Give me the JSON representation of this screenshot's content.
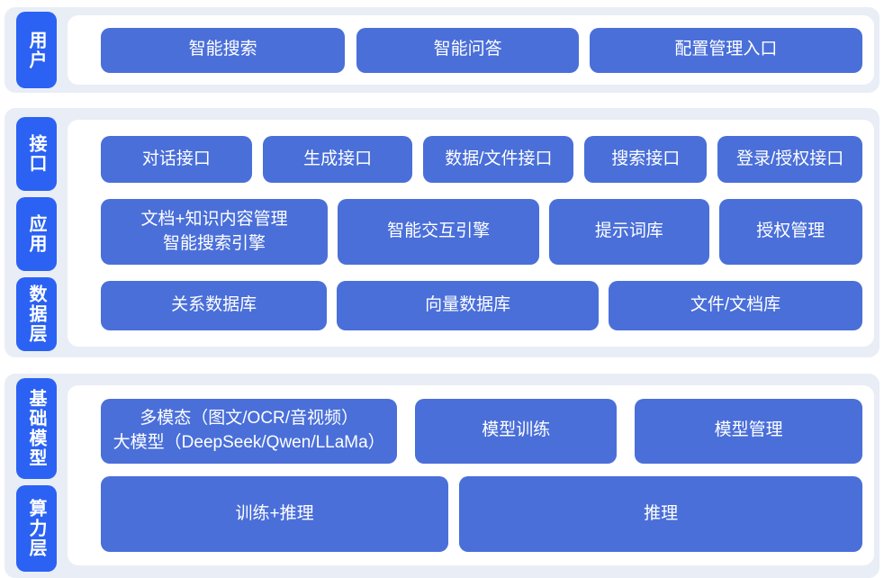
{
  "colors": {
    "pill_blue": "#2b62f3",
    "button_blue": "#4a6fd9",
    "band_bg": "#e9edf6",
    "panel_bg": "#ffffff",
    "node_text": "#ffffff"
  },
  "sections": [
    {
      "labels": [
        "用户"
      ],
      "rows": [
        [
          "智能搜索",
          "智能问答",
          "配置管理入口"
        ]
      ]
    },
    {
      "labels": [
        "接口",
        "应用",
        "数据层"
      ],
      "rows": [
        [
          "对话接口",
          "生成接口",
          "数据/文件接口",
          "搜索接口",
          "登录/授权接口"
        ],
        [
          "文档+知识内容管理\n智能搜索引擎",
          "智能交互引擎",
          "提示词库",
          "授权管理"
        ],
        [
          "关系数据库",
          "向量数据库",
          "文件/文档库"
        ]
      ]
    },
    {
      "labels": [
        "基础模型",
        "算力层"
      ],
      "rows": [
        [
          "多模态（图文/OCR/音视频）\n大模型（DeepSeek/Qwen/LLaMa）",
          "模型训练",
          "模型管理"
        ],
        [
          "训练+推理",
          "推理"
        ]
      ]
    }
  ]
}
